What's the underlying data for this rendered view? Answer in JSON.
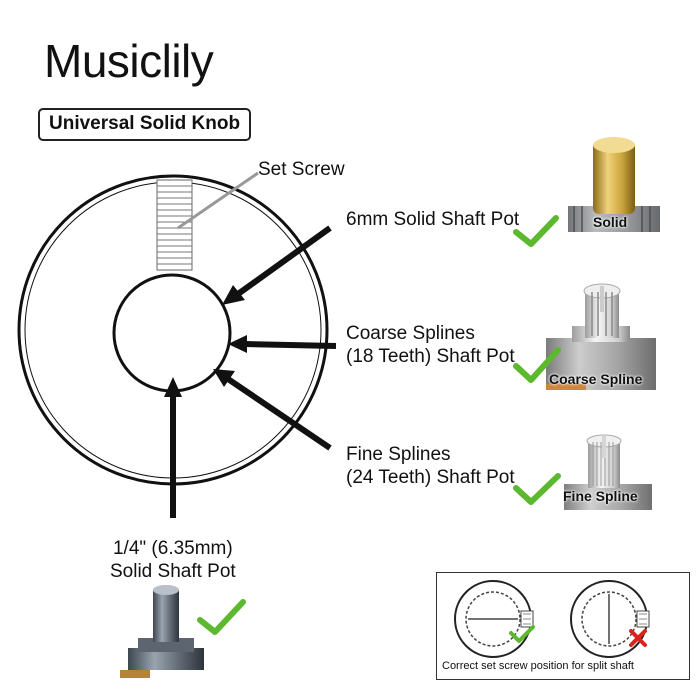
{
  "header": {
    "brand": "Musiclily",
    "product_label": "Universal Solid Knob"
  },
  "callouts": {
    "set_screw": "Set Screw",
    "solid_6mm": "6mm Solid Shaft Pot",
    "coarse_line1": "Coarse Splines",
    "coarse_line2": "(18 Teeth) Shaft Pot",
    "fine_line1": "Fine Splines",
    "fine_line2": "(24 Teeth) Shaft Pot",
    "quarter_line1": "1/4\" (6.35mm)",
    "quarter_line2": "Solid Shaft Pot"
  },
  "photo_tags": {
    "solid": "Solid",
    "coarse": "Coarse Spline",
    "fine": "Fine Spline"
  },
  "screw_note": {
    "caption": "Correct set screw position for split shaft"
  },
  "colors": {
    "check_green": "#5cb82e",
    "cross_red": "#d9241c",
    "brass": "#c9a43a",
    "arrow": "#111111"
  }
}
